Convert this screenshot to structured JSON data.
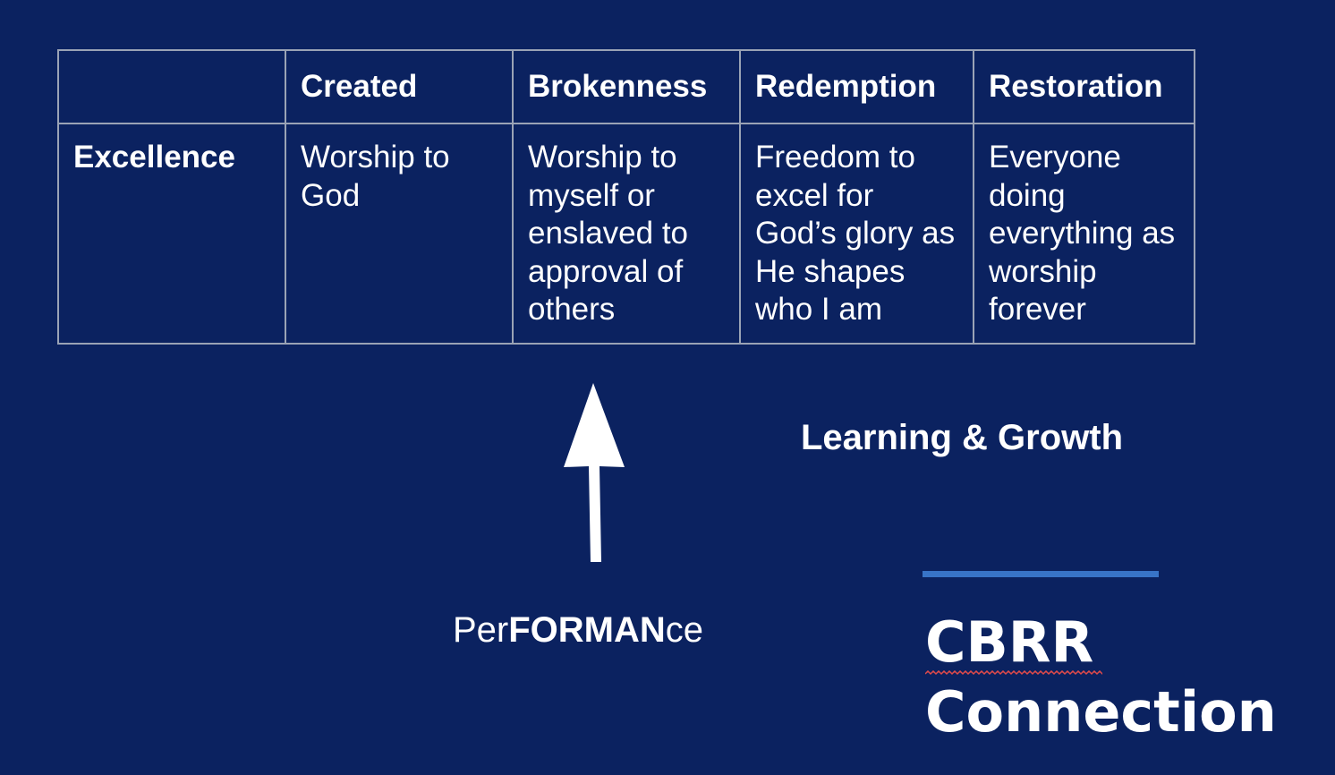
{
  "table": {
    "headers": [
      "",
      "Created",
      "Brokenness",
      "Redemption",
      "Restoration"
    ],
    "row": {
      "label": "Excellence",
      "cells": [
        "Worship to God",
        "Worship to myself or enslaved to approval of others",
        "Freedom to excel for God’s glory as He shapes who I am",
        "Everyone doing everything as worship forever"
      ]
    }
  },
  "performance": {
    "part1": "Per",
    "part2": "FORMAN",
    "part3": "ce"
  },
  "learning_label": "Learning & Growth",
  "logo": {
    "line1": "CBRR",
    "line2": "Connection"
  },
  "colors": {
    "background": "#0b2260",
    "grid": "#9aa3b5",
    "accent_rule": "#3874c7",
    "spellcheck": "#e04a4a"
  }
}
